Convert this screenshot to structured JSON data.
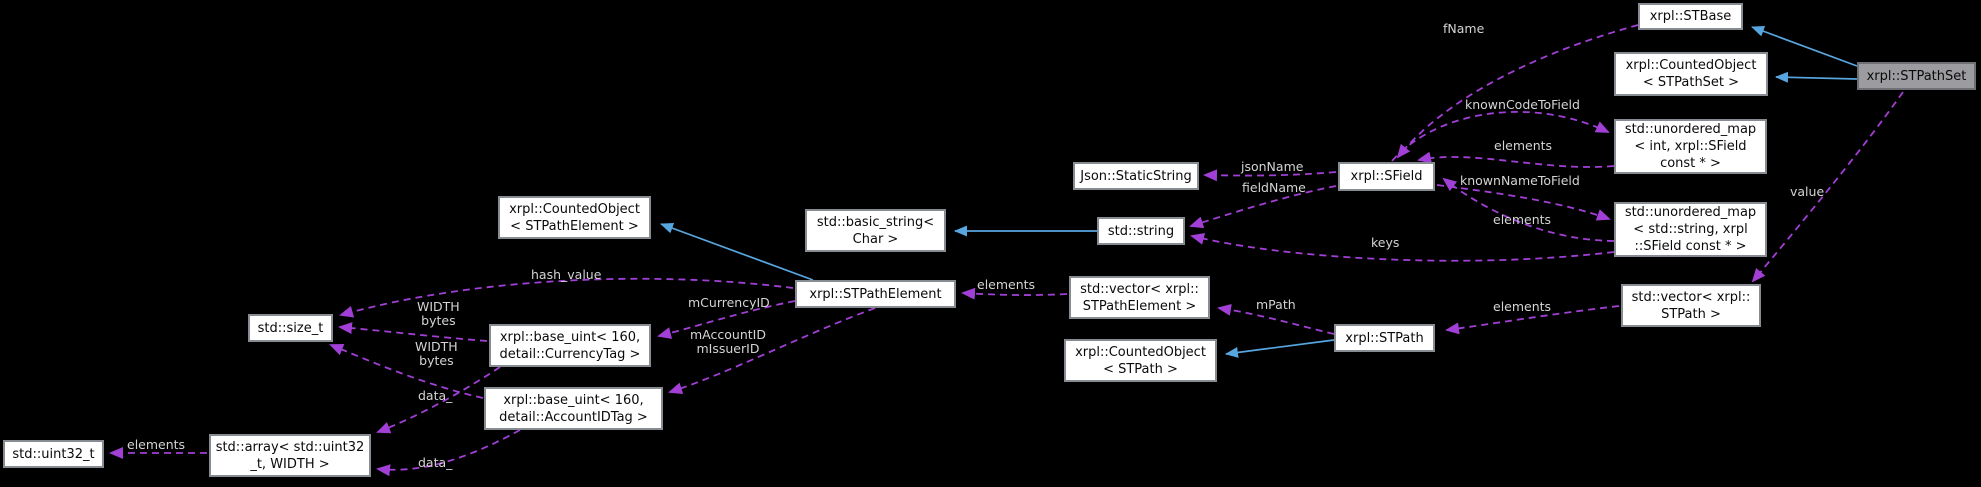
{
  "diagram": {
    "type": "collaboration-graph",
    "highlighted_node": "xrpl::STPathSet",
    "colors": {
      "background": "#000000",
      "node_fill": "#ffffff",
      "node_border": "#878c92",
      "highlight_fill": "#9c9ca0",
      "highlight_border": "#6e7074",
      "edge_usage": "#a13fd6",
      "edge_inherit": "#58a6e0",
      "edge_label": "#d4d4d4",
      "node_text": "#0a0a0a"
    },
    "nodes": {
      "stbase": {
        "label": "xrpl::STBase"
      },
      "counted_stpathset": {
        "label": "xrpl::CountedObject\n< STPathSet >"
      },
      "stpathset": {
        "label": "xrpl::STPathSet"
      },
      "umap_int": {
        "label": "std::unordered_map\n< int, xrpl::SField\nconst * >"
      },
      "umap_string": {
        "label": "std::unordered_map\n< std::string, xrpl\n::SField const * >"
      },
      "sfield": {
        "label": "xrpl::SField"
      },
      "static_string": {
        "label": "Json::StaticString"
      },
      "std_string": {
        "label": "std::string"
      },
      "basic_string": {
        "label": "std::basic_string<\nChar >"
      },
      "counted_stpathelement": {
        "label": "xrpl::CountedObject\n< STPathElement >"
      },
      "stpathelement": {
        "label": "xrpl::STPathElement"
      },
      "vector_stpathelement": {
        "label": "std::vector< xrpl::\nSTPathElement >"
      },
      "counted_stpath": {
        "label": "xrpl::CountedObject\n< STPath >"
      },
      "stpath": {
        "label": "xrpl::STPath"
      },
      "vector_stpath": {
        "label": "std::vector< xrpl::\nSTPath >"
      },
      "size_t": {
        "label": "std::size_t"
      },
      "base_uint_currency": {
        "label": "xrpl::base_uint< 160,\ndetail::CurrencyTag >"
      },
      "base_uint_account": {
        "label": "xrpl::base_uint< 160,\ndetail::AccountIDTag >"
      },
      "uint32": {
        "label": "std::uint32_t"
      },
      "array": {
        "label": "std::array< std::uint32\n_t, WIDTH >"
      }
    },
    "edge_labels": {
      "fname": "fName",
      "known_code": "knownCodeToField",
      "elements_umap_int": "elements",
      "known_name": "knownNameToField",
      "elements_umap_string": "elements",
      "keys": "keys",
      "value": "value",
      "json_name": "jsonName",
      "field_name": "fieldName",
      "hash_value": "hash_value",
      "width_bytes_1": "WIDTH\nbytes",
      "width_bytes_2": "WIDTH\nbytes",
      "mcurrency": "mCurrencyID",
      "maccount": "mAccountID\nmIssuerID",
      "data_1": "data_",
      "data_2": "data_",
      "elements_array": "elements",
      "elements_vec_pe": "elements",
      "mpath": "mPath",
      "elements_vec_p": "elements"
    }
  }
}
